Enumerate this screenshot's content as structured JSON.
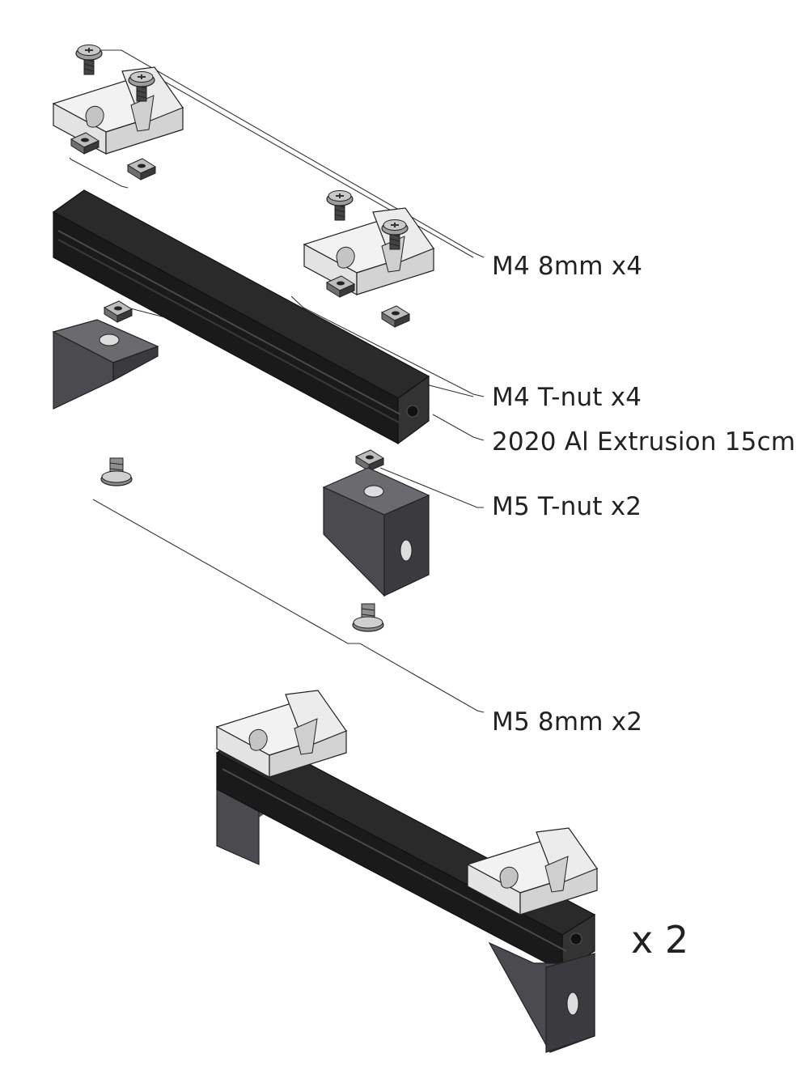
{
  "diagram": {
    "labels": {
      "m4_screw": "M4 8mm x4",
      "m4_tnut": "M4 T-nut x4",
      "extrusion": "2020 Al Extrusion 15cm",
      "m5_tnut": "M5 T-nut x2",
      "m5_screw": "M5 8mm x2"
    },
    "multiplier": "x 2",
    "colors": {
      "extrusion": "#1e1e1e",
      "clamp": "#eeeeee",
      "bracket": "#4d4d52",
      "screw": "#a9a9a9",
      "leader": "#333333"
    }
  }
}
